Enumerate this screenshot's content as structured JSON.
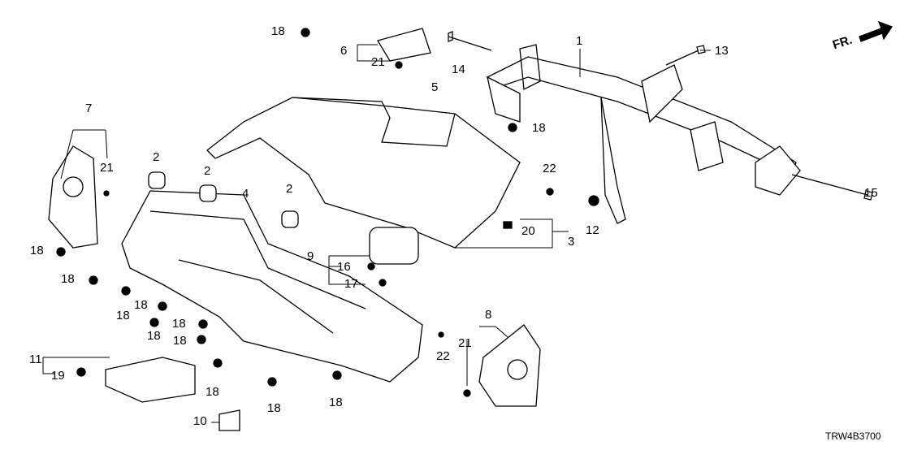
{
  "diagram_code": "TRW4B3700",
  "direction_marker": "FR.",
  "callouts": {
    "c1": "1",
    "c2a": "2",
    "c2b": "2",
    "c2c": "2",
    "c3": "3",
    "c4": "4",
    "c5": "5",
    "c6": "6",
    "c7": "7",
    "c8": "8",
    "c9": "9",
    "c10": "10",
    "c11": "11",
    "c12": "12",
    "c13": "13",
    "c14": "14",
    "c15": "15",
    "c16": "16",
    "c17": "17",
    "c18a": "18",
    "c18b": "18",
    "c18c": "18",
    "c18d": "18",
    "c18e": "18",
    "c18f": "18",
    "c18g": "18",
    "c18h": "18",
    "c18i": "18",
    "c18j": "18",
    "c18k": "18",
    "c18l": "18",
    "c19": "19",
    "c20": "20",
    "c21a": "21",
    "c21b": "21",
    "c21c": "21",
    "c22a": "22",
    "c22b": "22"
  }
}
